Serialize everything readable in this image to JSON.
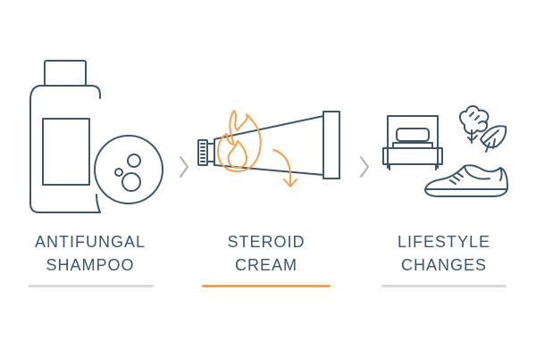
{
  "steps": [
    {
      "line1": "ANTIFUNGAL",
      "line2": "SHAMPOO",
      "bar_color": "#d9d9d9",
      "icons": [
        "shampoo-bottle-icon",
        "bubbles-icon"
      ]
    },
    {
      "line1": "STEROID",
      "line2": "CREAM",
      "bar_color": "#f5a04a",
      "icons": [
        "cream-tube-icon",
        "flame-icon",
        "apply-arrow-icon"
      ]
    },
    {
      "line1": "LIFESTYLE",
      "line2": "CHANGES",
      "bar_color": "#d9d9d9",
      "icons": [
        "bed-icon",
        "vegetables-icon",
        "sneaker-icon"
      ]
    }
  ],
  "colors": {
    "stroke": "#3f5568",
    "accent": "#f5a04a",
    "chevron": "#b0b0b0"
  },
  "active_step": 1
}
